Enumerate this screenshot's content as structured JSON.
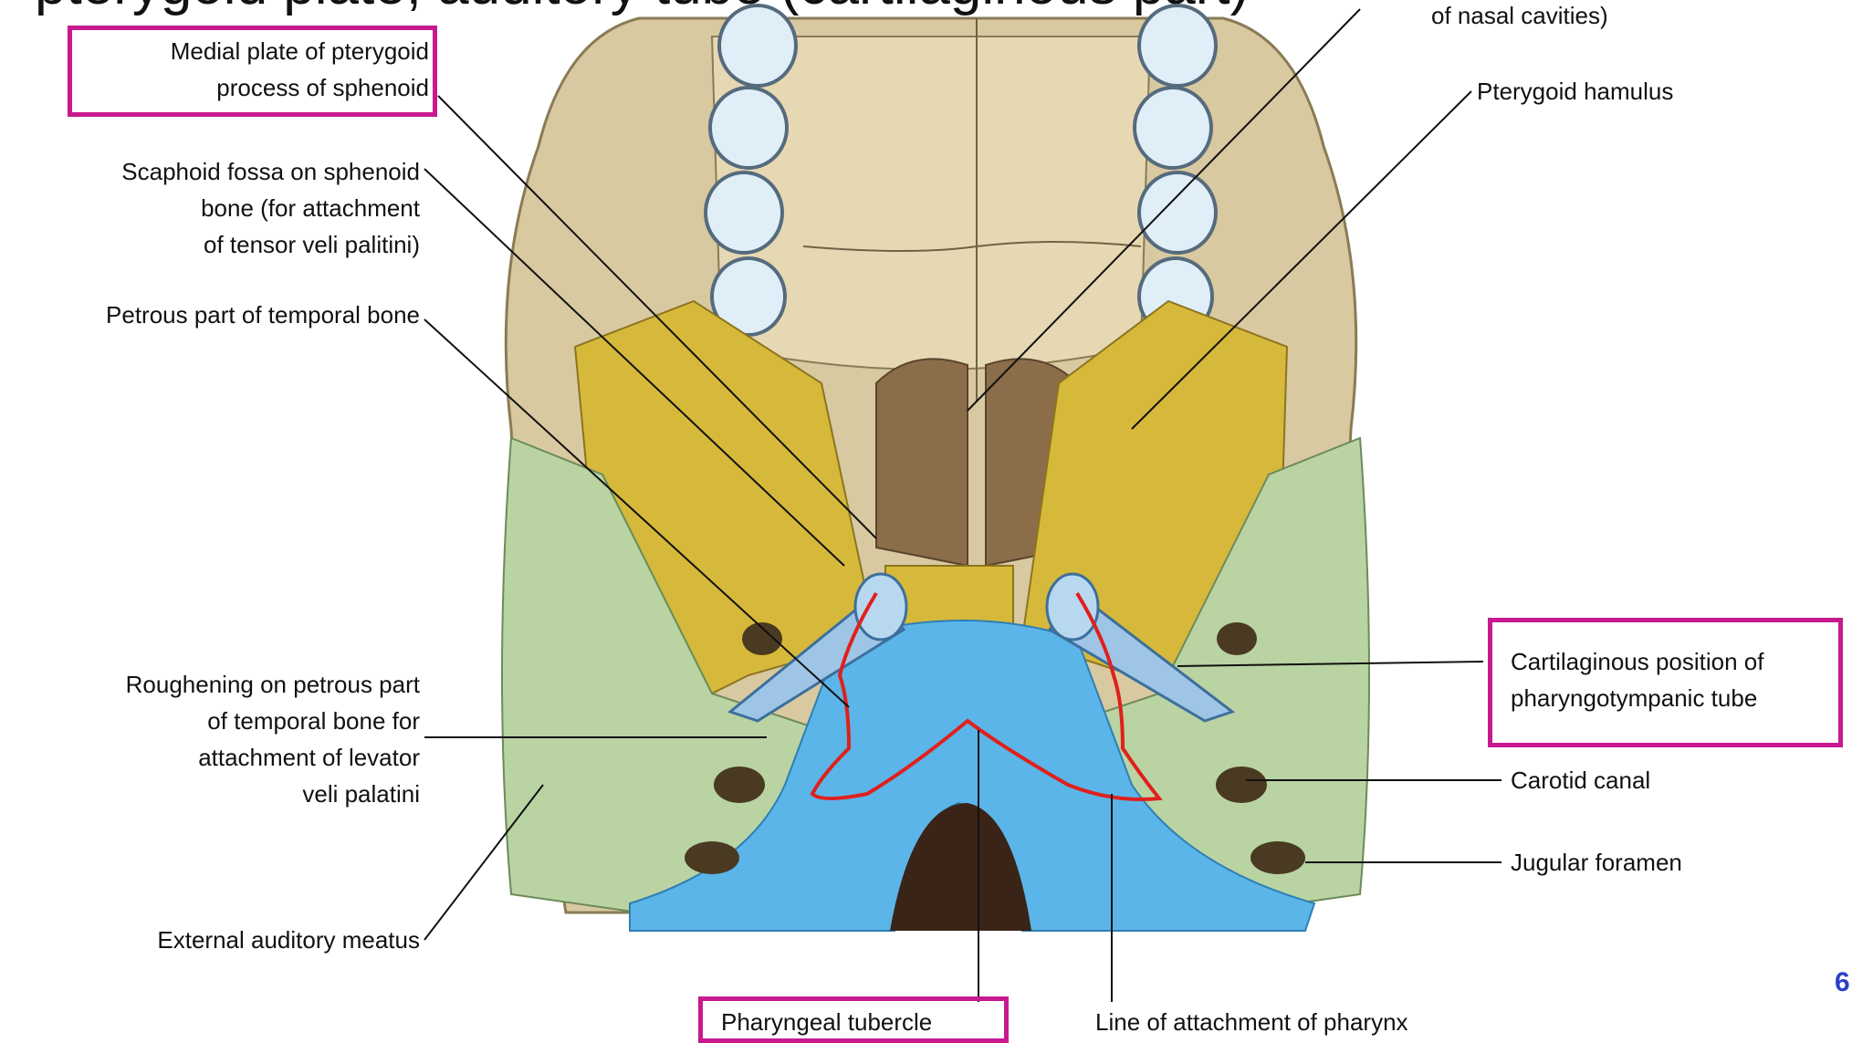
{
  "slide": {
    "heading": "pterygoid plate, auditory tube (cartilaginous part)",
    "page_number": "6"
  },
  "labels": {
    "medial_plate": "Medial plate of pterygoid\nprocess of sphenoid",
    "scaphoid_fossa": "Scaphoid fossa on sphenoid\nbone (for attachment\nof tensor veli palitini)",
    "petrous_part": "Petrous part of temporal bone",
    "roughening": "Roughening on petrous part\nof temporal bone for\nattachment of levator\nveli palatini",
    "external_auditory_meatus": "External auditory meatus",
    "pharyngeal_tubercle": "Pharyngeal tubercle",
    "line_of_attachment": "Line of attachment of pharynx",
    "nasal_cavities_cut": "of nasal cavities)",
    "pterygoid_hamulus": "Pterygoid hamulus",
    "cartilaginous_position": "Cartilaginous position of\npharyngotympanic tube",
    "carotid_canal": "Carotid canal",
    "jugular_foramen": "Jugular foramen"
  },
  "colors": {
    "highlight_box": "#c8198f",
    "pharyngeal_outline": "#e0201c",
    "bone_cream": "#d9c9a0",
    "sphenoid_yellow": "#d6b93a",
    "temporal_green": "#b9d3a3",
    "occipital_blue": "#5bb5e8",
    "tube_blue": "#9ec5e6",
    "page_number": "#2b3fc7"
  }
}
